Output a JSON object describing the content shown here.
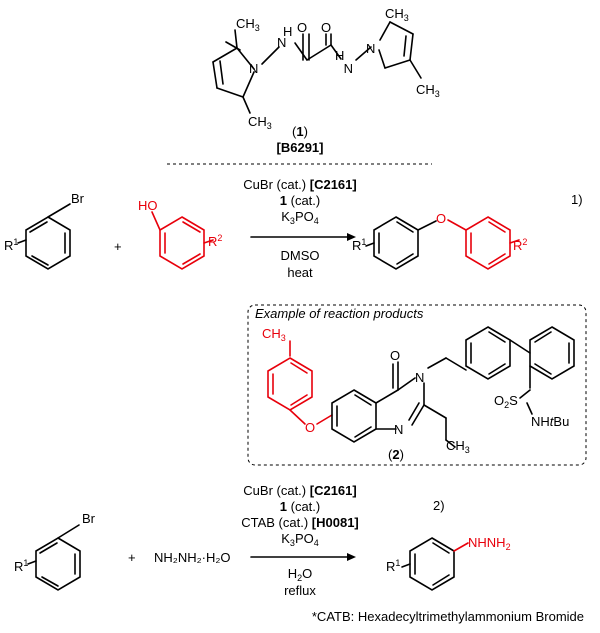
{
  "ligand": {
    "name_open": "(",
    "name_num": "1",
    "name_close": ")",
    "code": "[B6291]",
    "atoms": {
      "ch3": "CH",
      "sub3": "3",
      "n": "N",
      "h": "H",
      "o": "O"
    }
  },
  "reaction1": {
    "number": "1)",
    "reagent_cubr": "CuBr (cat.)",
    "reagent_cubr_code": "[C2161]",
    "reagent_1": "1",
    "reagent_1_suffix": " (cat.)",
    "base_k": "K",
    "base_sub1": "3",
    "base_po": "PO",
    "base_sub2": "4",
    "solvent": "DMSO",
    "condition": "heat",
    "plus": "+",
    "aryl_br": "Br",
    "r1": "R",
    "r1_sup": "1",
    "phenol_ho": "HO",
    "r2": "R",
    "r2_sup": "2",
    "ether_o": "O"
  },
  "example": {
    "title": "Example of reaction products",
    "compound_open": "(",
    "compound_num": "2",
    "compound_close": ")",
    "atoms": {
      "ch3": "CH",
      "sub3": "3",
      "o": "O",
      "n": "N",
      "so2_o": "O",
      "so2_sub": "2",
      "so2_s": "S",
      "nh": "NH",
      "t": "t",
      "bu": "Bu"
    }
  },
  "reaction2": {
    "number": "2)",
    "reagent_cubr": "CuBr (cat.)",
    "reagent_cubr_code": "[C2161]",
    "reagent_1": "1",
    "reagent_1_suffix": " (cat.)",
    "reagent_ctab": "CTAB (cat.)",
    "reagent_ctab_code": "[H0081]",
    "base_k": "K",
    "base_sub1": "3",
    "base_po": "PO",
    "base_sub2": "4",
    "solvent_h": "H",
    "solvent_sub": "2",
    "solvent_o": "O",
    "condition": "reflux",
    "plus": "+",
    "aryl_br": "Br",
    "r1": "R",
    "r1_sup": "1",
    "hydrazine": "NH₂NH₂·H₂O",
    "product_nhnh": "NHNH",
    "product_sub": "2"
  },
  "footnote": "*CATB: Hexadecyltrimethylammonium Bromide",
  "colors": {
    "highlight": "#e8000b",
    "ink": "#000000"
  }
}
